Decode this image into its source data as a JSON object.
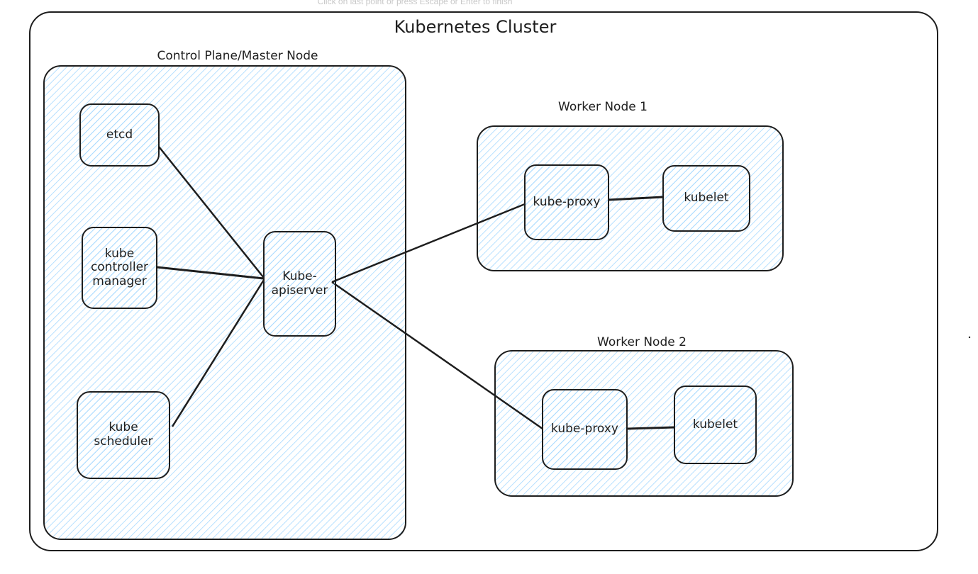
{
  "hint": "Click on last point or press Escape or Enter to finish",
  "colors": {
    "stroke": "#1e1e1e",
    "fill": "#a5d8ff",
    "background": "#ffffff"
  },
  "cluster": {
    "title": "Kubernetes Cluster"
  },
  "control_plane": {
    "title": "Control Plane/Master Node",
    "components": {
      "etcd": "etcd",
      "controller_manager": "kube\ncontroller\nmanager",
      "scheduler": "kube\nscheduler",
      "apiserver": "Kube-\napiserver"
    }
  },
  "worker1": {
    "title": "Worker Node 1",
    "proxy": "kube-proxy",
    "kubelet": "kubelet"
  },
  "worker2": {
    "title": "Worker Node 2",
    "proxy": "kube-proxy",
    "kubelet": "kubelet"
  },
  "connections": [
    [
      "etcd",
      "kube-apiserver"
    ],
    [
      "kube-controller-manager",
      "kube-apiserver"
    ],
    [
      "kube-scheduler",
      "kube-apiserver"
    ],
    [
      "kube-apiserver",
      "worker1-kube-proxy"
    ],
    [
      "kube-apiserver",
      "worker2-kube-proxy"
    ],
    [
      "worker1-kube-proxy",
      "worker1-kubelet"
    ],
    [
      "worker2-kube-proxy",
      "worker2-kubelet"
    ]
  ]
}
